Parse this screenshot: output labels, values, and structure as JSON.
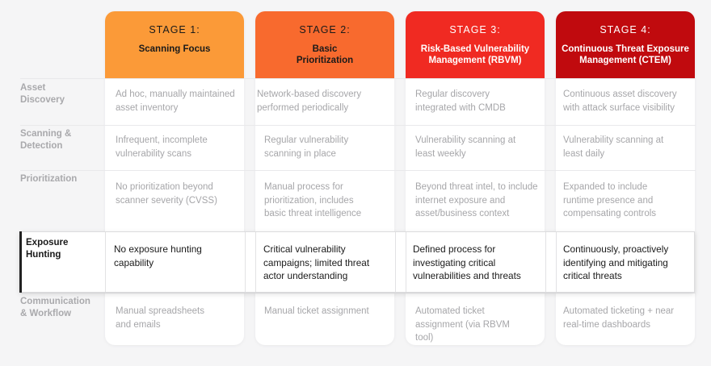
{
  "stages": [
    {
      "num": "STAGE 1:",
      "title": "Scanning Focus",
      "color": "#fb9a38"
    },
    {
      "num": "STAGE 2:",
      "title": "Basic Prioritization",
      "color": "#f86a2e"
    },
    {
      "num": "STAGE 3:",
      "title": "Risk-Based Vulnerability Management (RBVM)",
      "color": "#f02a22"
    },
    {
      "num": "STAGE 4:",
      "title": "Continuous Threat Exposure Management (CTEM)",
      "color": "#c00a0e"
    }
  ],
  "rows": [
    {
      "label": "Asset Discovery",
      "cells": [
        "Ad hoc, manually maintained asset inventory",
        "Network-based discovery performed periodically",
        "Regular discovery integrated with CMDB",
        "Continuous asset discovery with attack surface visibility"
      ]
    },
    {
      "label": "Scanning & Detection",
      "cells": [
        "Infrequent, incomplete vulnerability scans",
        "Regular vulnerability scanning in place",
        "Vulnerability scanning at least weekly",
        "Vulnerability scanning at least daily"
      ]
    },
    {
      "label": "Prioritization",
      "cells": [
        "No prioritization beyond scanner severity (CVSS)",
        "Manual process for prioritization, includes basic threat intelligence",
        "Beyond threat intel, to include internet exposure and asset/business context",
        "Expanded to include runtime presence and compensating controls"
      ]
    },
    {
      "label": "Exposure Hunting",
      "highlighted": true,
      "cells": [
        "No exposure hunting capability",
        "Critical vulnerability campaigns; limited threat actor understanding",
        "Defined process for investigating critical vulnerabilities and threats",
        "Continuously, proactively identifying and mitigating critical threats"
      ]
    },
    {
      "label": "Communication & Workflow",
      "cells": [
        "Manual spreadsheets and emails",
        "Manual ticket assignment",
        "Automated ticket assignment (via RBVM tool)",
        "Automated ticketing + near real-time dashboards"
      ]
    }
  ]
}
